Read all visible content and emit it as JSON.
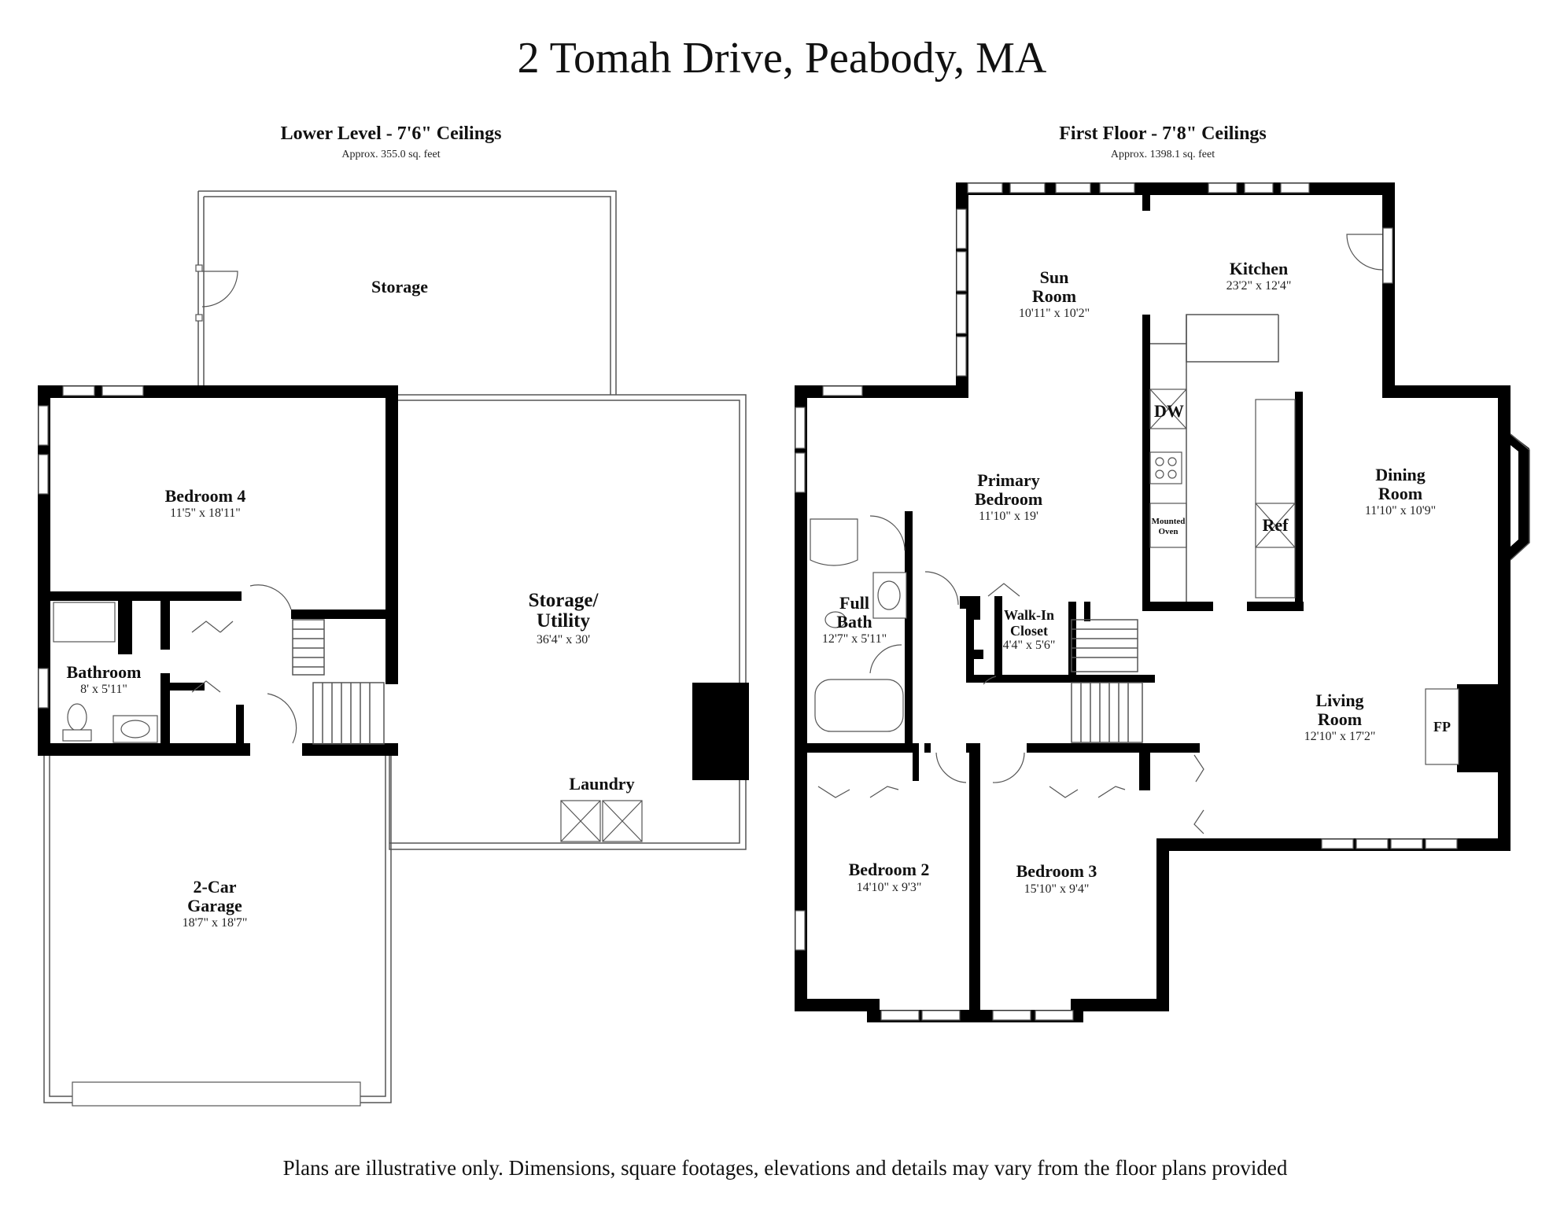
{
  "title": "2 Tomah Drive, Peabody, MA",
  "lower_level": {
    "heading": "Lower Level - 7'6\" Ceilings",
    "area": "Approx. 355.0 sq. feet",
    "rooms": {
      "storage": {
        "name": "Storage"
      },
      "bedroom4": {
        "name": "Bedroom 4",
        "dims": "11'5\" x 18'11\""
      },
      "storage_utility": {
        "name_line1": "Storage/",
        "name_line2": "Utility",
        "dims": "36'4\" x 30'"
      },
      "bathroom": {
        "name": "Bathroom",
        "dims": "8' x 5'11\""
      },
      "laundry": {
        "name": "Laundry"
      },
      "garage": {
        "name_line1": "2-Car",
        "name_line2": "Garage",
        "dims": "18'7\" x 18'7\""
      }
    }
  },
  "first_floor": {
    "heading": "First Floor - 7'8\" Ceilings",
    "area": "Approx. 1398.1 sq. feet",
    "rooms": {
      "sun_room": {
        "name_line1": "Sun",
        "name_line2": "Room",
        "dims": "10'11\" x 10'2\""
      },
      "kitchen": {
        "name": "Kitchen",
        "dims": "23'2\" x 12'4\""
      },
      "primary_bedroom": {
        "name_line1": "Primary",
        "name_line2": "Bedroom",
        "dims": "11'10\" x 19'"
      },
      "dining_room": {
        "name_line1": "Dining",
        "name_line2": "Room",
        "dims": "11'10\" x 10'9\""
      },
      "full_bath": {
        "name_line1": "Full",
        "name_line2": "Bath",
        "dims": "12'7\" x 5'11\""
      },
      "walk_in_closet": {
        "name_line1": "Walk-In",
        "name_line2": "Closet",
        "dims": "4'4\" x 5'6\""
      },
      "living_room": {
        "name_line1": "Living",
        "name_line2": "Room",
        "dims": "12'10\" x 17'2\""
      },
      "bedroom2": {
        "name": "Bedroom 2",
        "dims": "14'10\" x 9'3\""
      },
      "bedroom3": {
        "name": "Bedroom 3",
        "dims": "15'10\" x 9'4\""
      }
    },
    "fixtures": {
      "dw": "DW",
      "mounted_oven_line1": "Mounted",
      "mounted_oven_line2": "Oven",
      "ref": "Ref",
      "fp": "FP"
    }
  },
  "disclaimer": "Plans are illustrative only. Dimensions, square footages, elevations and details may vary from the floor plans provided"
}
